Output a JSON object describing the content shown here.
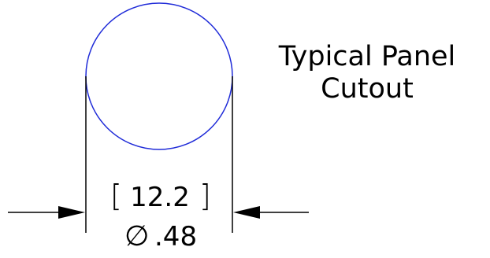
{
  "drawing": {
    "title_line1": "Typical Panel",
    "title_line2": "Cutout",
    "dimension": {
      "metric_bracket_open": "[",
      "metric_value": "12.2",
      "metric_bracket_close": "]",
      "diameter_symbol": "∅",
      "imperial_value": ".48"
    },
    "colors": {
      "outline": "#1f2bd8",
      "dimension_lines": "#000000",
      "text": "#000000"
    }
  }
}
